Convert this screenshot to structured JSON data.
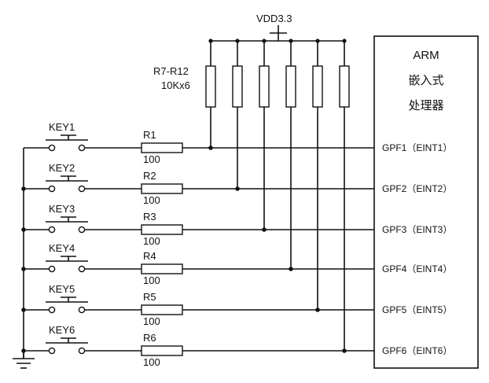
{
  "supply": {
    "label": "VDD3.3"
  },
  "pullup": {
    "name": "R7-R12",
    "value": "10Kx6"
  },
  "chip": {
    "line1": "ARM",
    "line2": "嵌入式",
    "line3": "处理器"
  },
  "channels": [
    {
      "key": "KEY1",
      "resistor": "R1",
      "value": "100",
      "pin": "GPF1（EINT1）"
    },
    {
      "key": "KEY2",
      "resistor": "R2",
      "value": "100",
      "pin": "GPF2（EINT2）"
    },
    {
      "key": "KEY3",
      "resistor": "R3",
      "value": "100",
      "pin": "GPF3（EINT3）"
    },
    {
      "key": "KEY4",
      "resistor": "R4",
      "value": "100",
      "pin": "GPF4（EINT4）"
    },
    {
      "key": "KEY5",
      "resistor": "R5",
      "value": "100",
      "pin": "GPF5（EINT5）"
    },
    {
      "key": "KEY6",
      "resistor": "R6",
      "value": "100",
      "pin": "GPF6（EINT6）"
    }
  ]
}
